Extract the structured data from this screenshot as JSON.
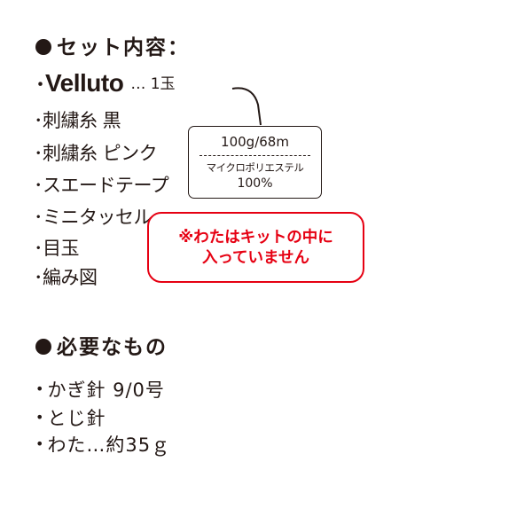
{
  "kit_contents": {
    "title": "セット内容：",
    "brand": {
      "bullet": "･",
      "name": "Velluto",
      "quantity": "… 1玉"
    },
    "items": [
      "･刺繍糸 黒",
      "･刺繍糸 ピンク",
      "･スエードテープ",
      "･ミニタッセル",
      "･目玉",
      "･編み図"
    ]
  },
  "yarn_spec": {
    "weight_length": "100g/68m",
    "fiber": "マイクロポリエステル",
    "percent": "100%"
  },
  "notice": {
    "line1": "※わたはキットの中に",
    "line2": "入っていません"
  },
  "required": {
    "title": "必要なもの",
    "items": [
      "かぎ針 9/0号",
      "とじ針",
      "わた…約35ｇ"
    ]
  },
  "colors": {
    "text": "#231815",
    "notice_red": "#e60012"
  }
}
